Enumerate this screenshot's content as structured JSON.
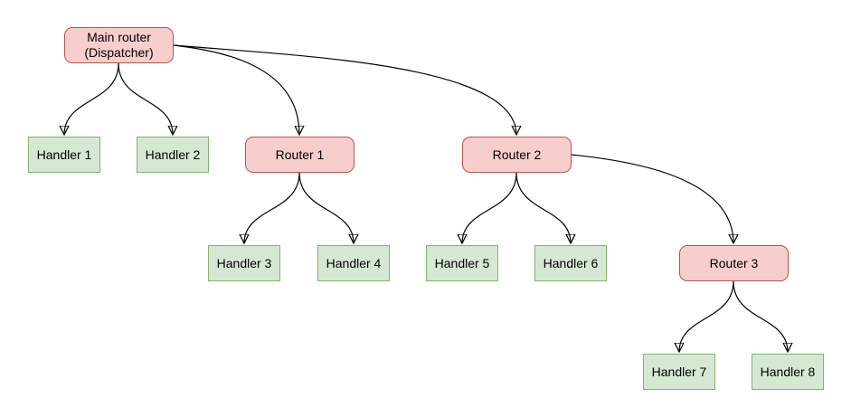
{
  "diagram": {
    "type": "tree",
    "colors": {
      "background": "#ffffff",
      "router_fill": "#f8cecc",
      "router_border": "#b85450",
      "handler_fill": "#d5e8d4",
      "handler_border": "#82b366",
      "edge": "#000000",
      "text": "#000000"
    },
    "nodes": [
      {
        "id": "main-router",
        "type": "router",
        "label": "Main router\n(Dispatcher)"
      },
      {
        "id": "handler-1",
        "type": "handler",
        "label": "Handler 1"
      },
      {
        "id": "handler-2",
        "type": "handler",
        "label": "Handler 2"
      },
      {
        "id": "router-1",
        "type": "router",
        "label": "Router 1"
      },
      {
        "id": "router-2",
        "type": "router",
        "label": "Router 2"
      },
      {
        "id": "handler-3",
        "type": "handler",
        "label": "Handler 3"
      },
      {
        "id": "handler-4",
        "type": "handler",
        "label": "Handler 4"
      },
      {
        "id": "handler-5",
        "type": "handler",
        "label": "Handler 5"
      },
      {
        "id": "handler-6",
        "type": "handler",
        "label": "Handler 6"
      },
      {
        "id": "router-3",
        "type": "router",
        "label": "Router 3"
      },
      {
        "id": "handler-7",
        "type": "handler",
        "label": "Handler 7"
      },
      {
        "id": "handler-8",
        "type": "handler",
        "label": "Handler 8"
      }
    ],
    "edges": [
      {
        "from": "main-router",
        "to": "handler-1",
        "arrow": "end"
      },
      {
        "from": "main-router",
        "to": "handler-2",
        "arrow": "end"
      },
      {
        "from": "main-router",
        "to": "router-1",
        "arrow": "end"
      },
      {
        "from": "main-router",
        "to": "router-2",
        "arrow": "end"
      },
      {
        "from": "router-1",
        "to": "handler-3",
        "arrow": "end"
      },
      {
        "from": "router-1",
        "to": "handler-4",
        "arrow": "end"
      },
      {
        "from": "router-2",
        "to": "handler-5",
        "arrow": "end"
      },
      {
        "from": "router-2",
        "to": "handler-6",
        "arrow": "end"
      },
      {
        "from": "router-2",
        "to": "router-3",
        "arrow": "end"
      },
      {
        "from": "router-3",
        "to": "handler-7",
        "arrow": "end"
      },
      {
        "from": "router-3",
        "to": "handler-8",
        "arrow": "end"
      }
    ]
  }
}
